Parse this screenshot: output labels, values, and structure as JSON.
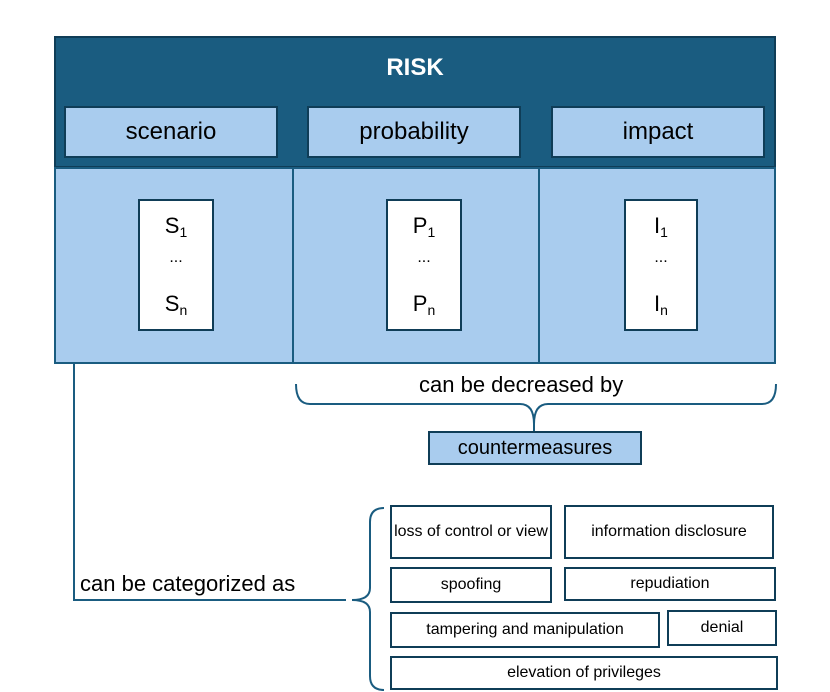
{
  "risk": {
    "title": "RISK",
    "columns": [
      {
        "header": "scenario",
        "first": "S",
        "first_sub": "1",
        "dots": "...",
        "last": "S",
        "last_sub": "n"
      },
      {
        "header": "probability",
        "first": "P",
        "first_sub": "1",
        "dots": "...",
        "last": "P",
        "last_sub": "n"
      },
      {
        "header": "impact",
        "first": "I",
        "first_sub": "1",
        "dots": "...",
        "last": "I",
        "last_sub": "n"
      }
    ]
  },
  "decrease": {
    "label": "can be decreased by",
    "countermeasures": "countermeasures"
  },
  "categorize": {
    "label": "can be categorized as",
    "categories": [
      "loss of control or view",
      "information disclosure",
      "spoofing",
      "repudiation",
      "tampering and manipulation",
      "denial",
      "elevation of privileges"
    ]
  },
  "colors": {
    "header_dark": "#1a5c80",
    "border_dark": "#0f3d57",
    "light_blue": "#a9ccee"
  }
}
